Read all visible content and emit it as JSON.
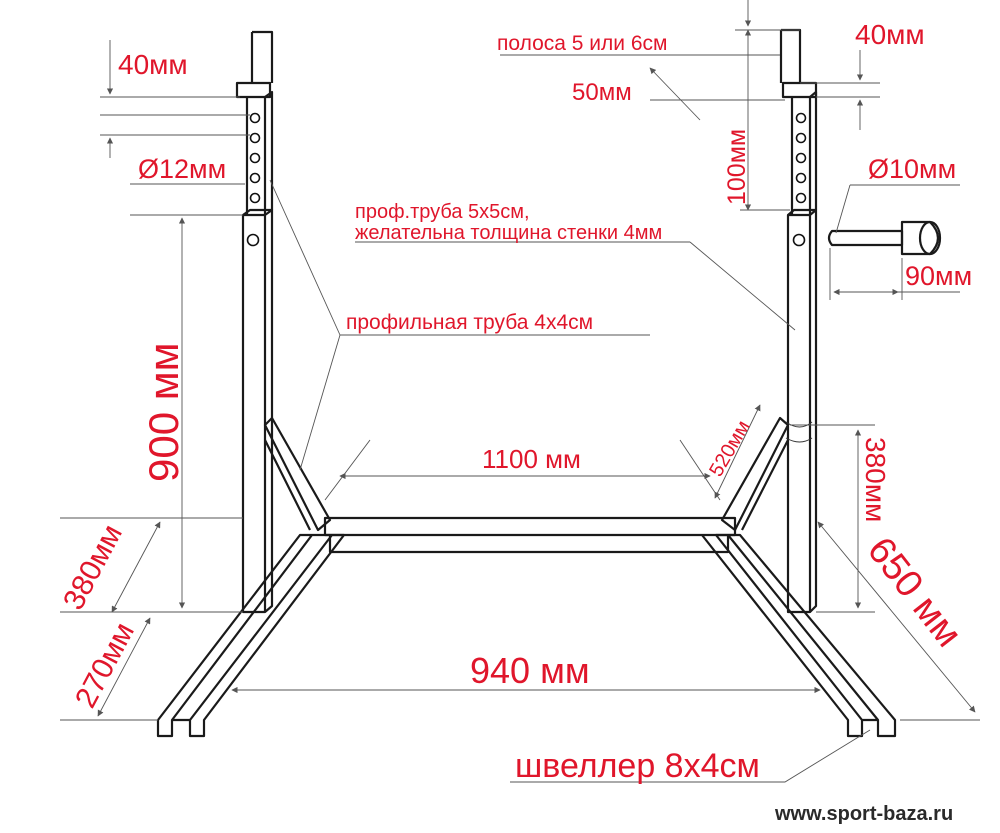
{
  "labels": {
    "strip": "полоса 5 или 6см",
    "top_gap_left": "40мм",
    "top_gap_right": "40мм",
    "hook_50": "50мм",
    "hole_diameter": "Ø12мм",
    "height_100": "100мм",
    "pin_diameter": "Ø10мм",
    "pin_length": "90мм",
    "prof_5x5_line1": "проф.труба 5х5см,",
    "prof_5x5_line2": "желательна толщина стенки 4мм",
    "prof_4x4": "профильная труба 4х4см",
    "height_900": "900 мм",
    "width_1100": "1100 мм",
    "brace_520": "520мм",
    "height_380_right": "380мм",
    "height_380_left": "380мм",
    "depth_650": "650 мм",
    "depth_270": "270мм",
    "width_940": "940 мм",
    "channel": "швеллер 8х4см",
    "website": "www.sport-baza.ru"
  },
  "colors": {
    "label_red": "#e0162b",
    "line_dark": "#1a1a1a",
    "background": "#ffffff"
  }
}
